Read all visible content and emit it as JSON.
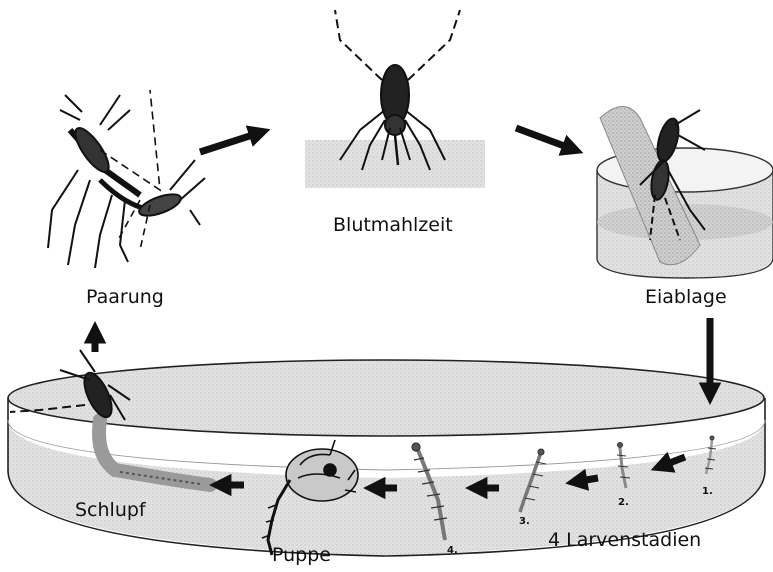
{
  "stages": {
    "mating": "Paarung",
    "blood_meal": "Blutmahlzeit",
    "egg_laying": "Eiablage",
    "larval_stages": "4 Larvenstadien",
    "pupa": "Puppe",
    "emergence": "Schlupf"
  },
  "larva_numbers": [
    "1.",
    "2.",
    "3.",
    "4."
  ],
  "colors": {
    "ink": "#111111",
    "water": "#d9d9d9",
    "shade": "#bdbdbd"
  }
}
